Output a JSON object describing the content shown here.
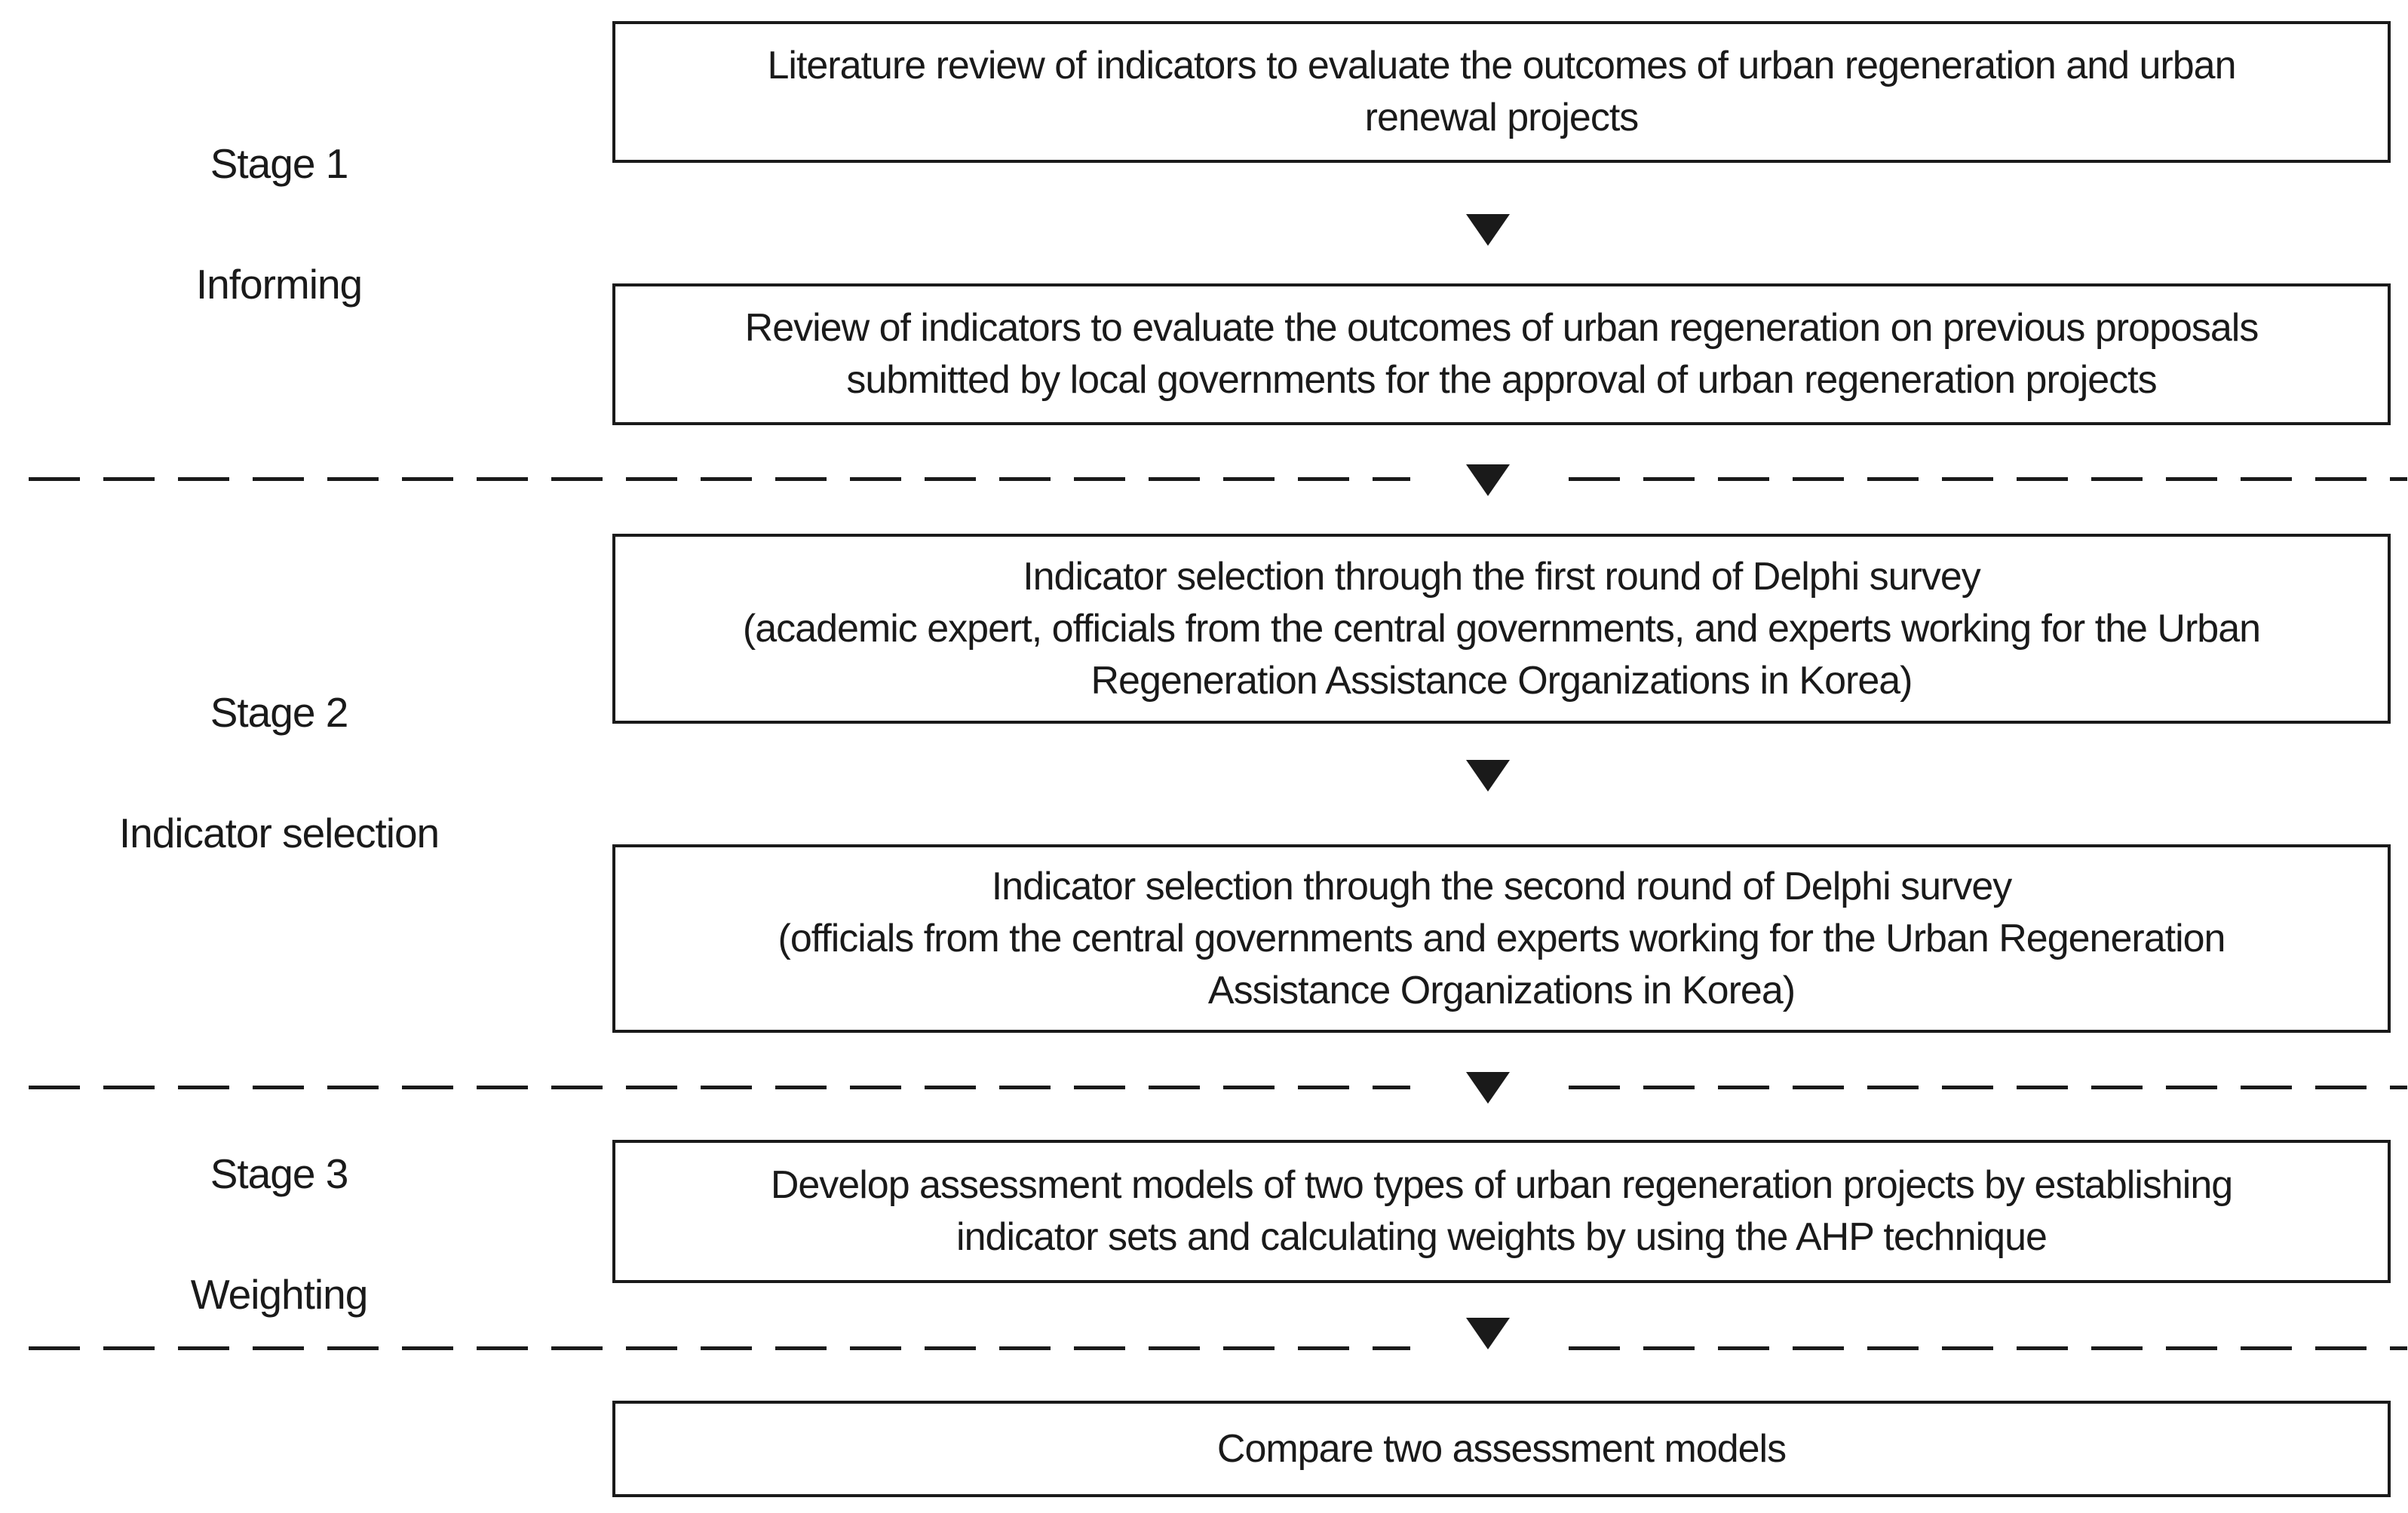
{
  "stages": [
    {
      "stage": "Stage 1",
      "name": "Informing"
    },
    {
      "stage": "Stage 2",
      "name": "Indicator selection"
    },
    {
      "stage": "Stage 3",
      "name": "Weighting"
    }
  ],
  "boxes": [
    "Literature review of indicators to evaluate the outcomes of urban regeneration and urban\nrenewal projects",
    "Review of indicators to evaluate the outcomes of urban regeneration on previous proposals\nsubmitted by local governments for the approval of urban regeneration projects",
    "Indicator selection through the first round of Delphi survey\n(academic expert, officials from the central governments, and experts working for the Urban\nRegeneration Assistance Organizations in Korea)",
    "Indicator selection through the second round of Delphi survey\n(officials from the central governments and experts working for the Urban Regeneration\nAssistance Organizations in Korea)",
    "Develop assessment models of two types of urban regeneration projects by establishing\nindicator sets and calculating weights by using the AHP technique",
    "Compare two assessment models"
  ]
}
